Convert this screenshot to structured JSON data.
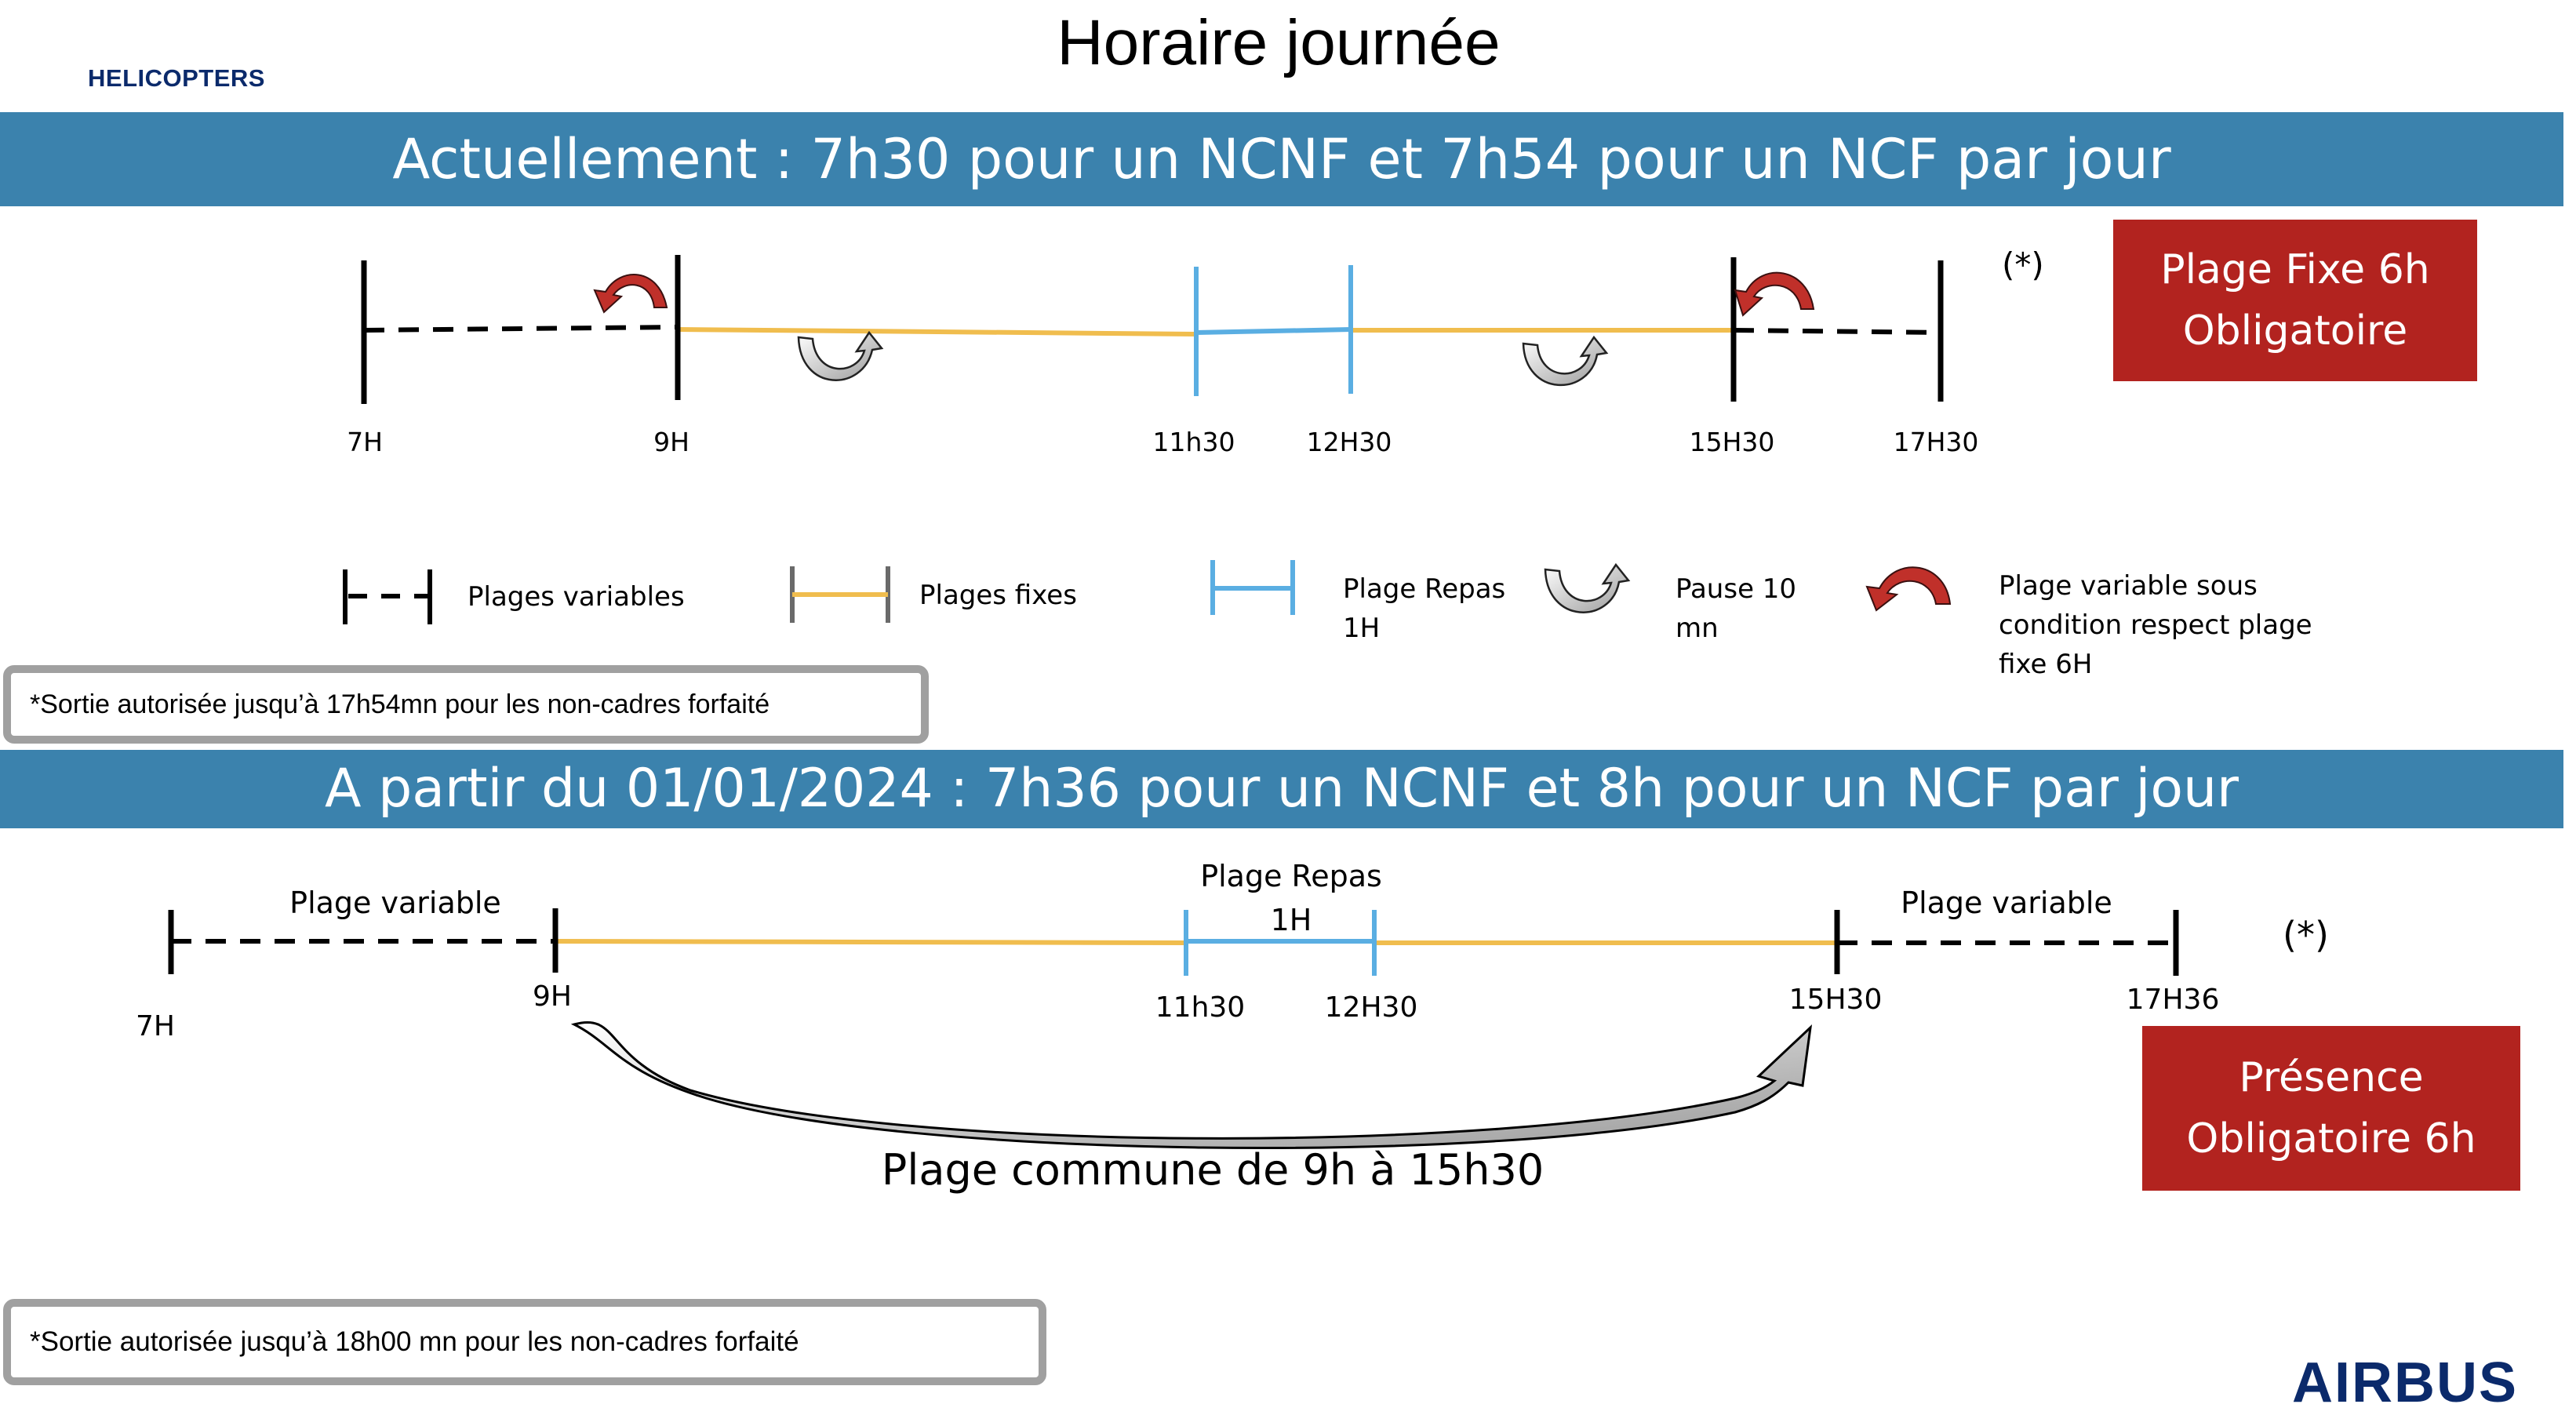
{
  "title": "Horaire journée",
  "brand_top": "HELICOPTERS",
  "brand_bottom": "AIRBUS",
  "colors": {
    "banner": "#3b82ad",
    "fixed_line": "#f0bd4e",
    "meal_line": "#5aaee2",
    "red_box": "#b2231f",
    "red_arrow": "#c0302a",
    "note_border": "#a0a0a0"
  },
  "section1": {
    "banner": "Actuellement : 7h30 pour un NCNF et 7h54 pour un NCF par jour",
    "ticks": [
      "7H",
      "9H",
      "11h30",
      "12H30",
      "15H30",
      "17H30"
    ],
    "asterisk": "(*)",
    "red_box": [
      "Plage Fixe 6h",
      "Obligatoire"
    ],
    "legend": {
      "variable": "Plages variables",
      "fixed": "Plages fixes",
      "meal": [
        "Plage Repas",
        "1H"
      ],
      "pause": [
        "Pause 10",
        "mn"
      ],
      "condition": [
        "Plage variable sous",
        "condition respect plage",
        "fixe 6H"
      ]
    },
    "note": "*Sortie autorisée jusqu’à 17h54mn pour les non-cadres forfaité"
  },
  "section2": {
    "banner": "A partir du 01/01/2024 : 7h36 pour un NCNF et 8h pour un NCF par jour",
    "ticks": [
      "7H",
      "9H",
      "11h30",
      "12H30",
      "15H30",
      "17H36"
    ],
    "label_variable": "Plage variable",
    "label_meal": [
      "Plage Repas",
      "1H"
    ],
    "asterisk": "(*)",
    "common_range": "Plage commune de 9h à 15h30",
    "red_box": [
      "Présence",
      "Obligatoire 6h"
    ],
    "note": "*Sortie autorisée jusqu’à 18h00 mn pour les non-cadres forfaité"
  }
}
